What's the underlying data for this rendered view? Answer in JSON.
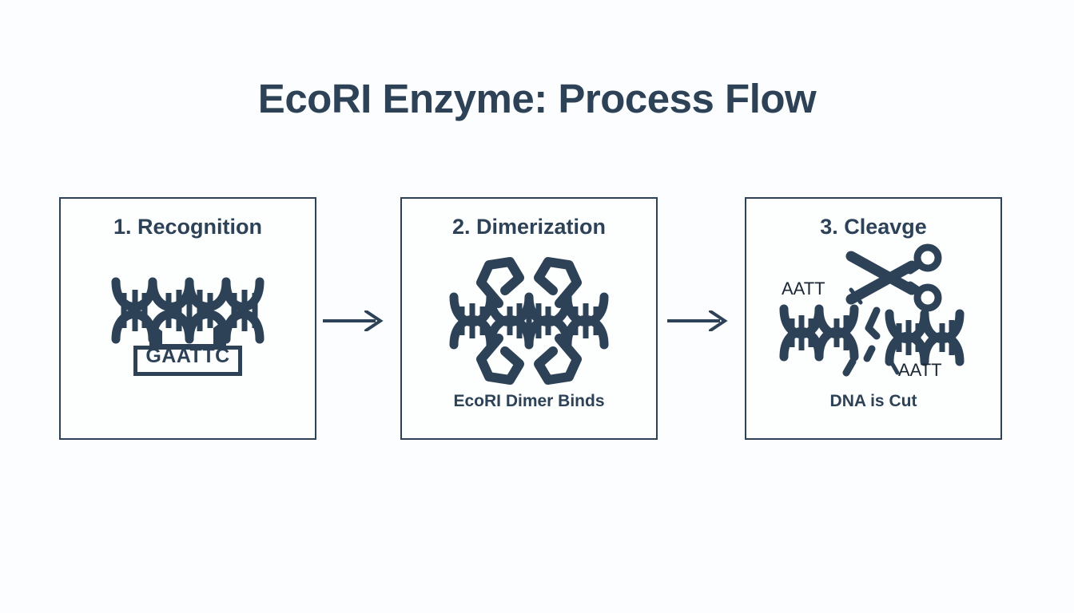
{
  "page": {
    "title": "EcoRI Enzyme: Process Flow",
    "background_color": "#fcfdfe",
    "accent_color": "#2d4257"
  },
  "steps": [
    {
      "title": "1. Recognition",
      "caption": "",
      "icon": "dna-helix-with-recognition-site-icon",
      "sequence_label": "GAATTC"
    },
    {
      "title": "2. Dimerization",
      "caption": "EcoRI Dimer Binds",
      "icon": "dna-helix-with-enzyme-dimer-icon"
    },
    {
      "title": "3. Cleavge",
      "caption": "DNA is Cut",
      "icon": "scissors-cutting-dna-icon",
      "sticky_end_top": "AATT",
      "sticky_end_bottom": "AATT"
    }
  ],
  "arrows": [
    {
      "name": "arrow-step1-to-step2",
      "glyph": "right-arrow-icon"
    },
    {
      "name": "arrow-step2-to-step3",
      "glyph": "right-arrow-icon"
    }
  ]
}
